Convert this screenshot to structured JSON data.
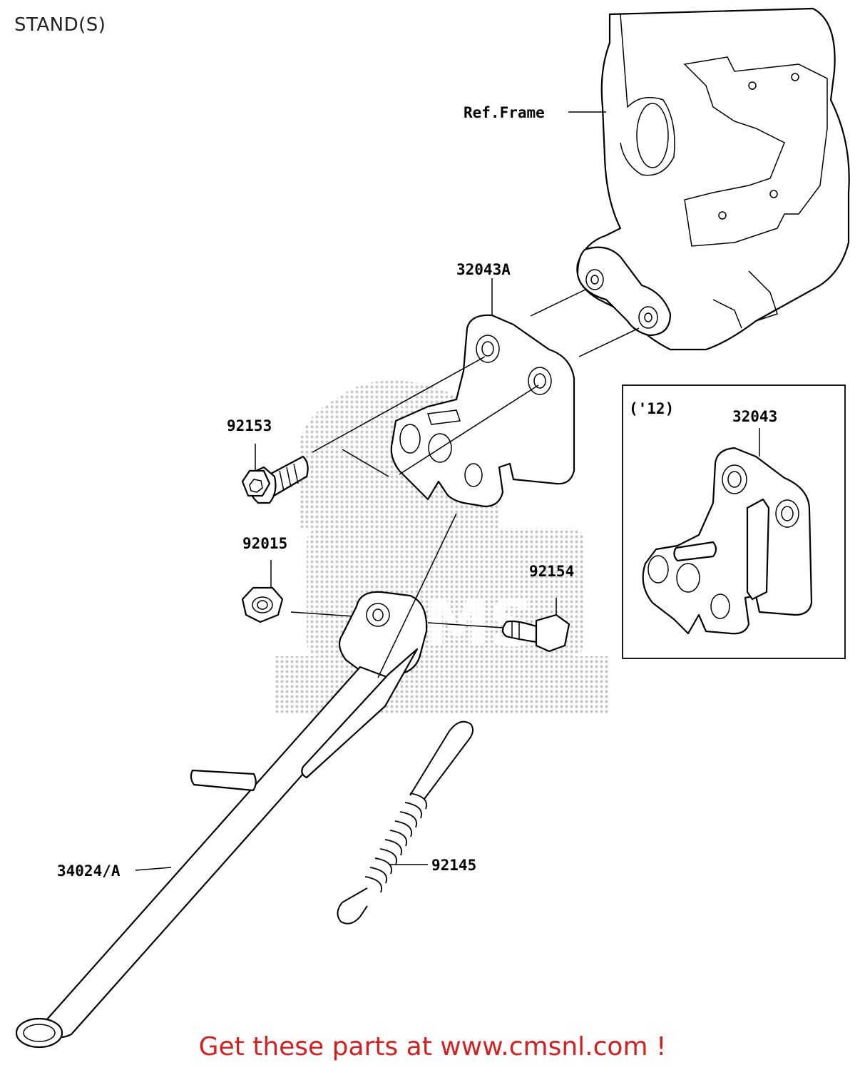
{
  "page": {
    "title": "STAND(S)",
    "footer_link": "Get these parts at www.cmsnl.com !"
  },
  "diagram": {
    "labels": {
      "ref_frame": "Ref.Frame",
      "part_32043A": "32043A",
      "part_92153": "92153",
      "part_92015": "92015",
      "part_92154": "92154",
      "part_34024A": "34024/A",
      "part_92145": "92145"
    },
    "inset": {
      "year": "('12)",
      "part_32043": "32043"
    },
    "watermark": {
      "text": "CMS"
    }
  }
}
